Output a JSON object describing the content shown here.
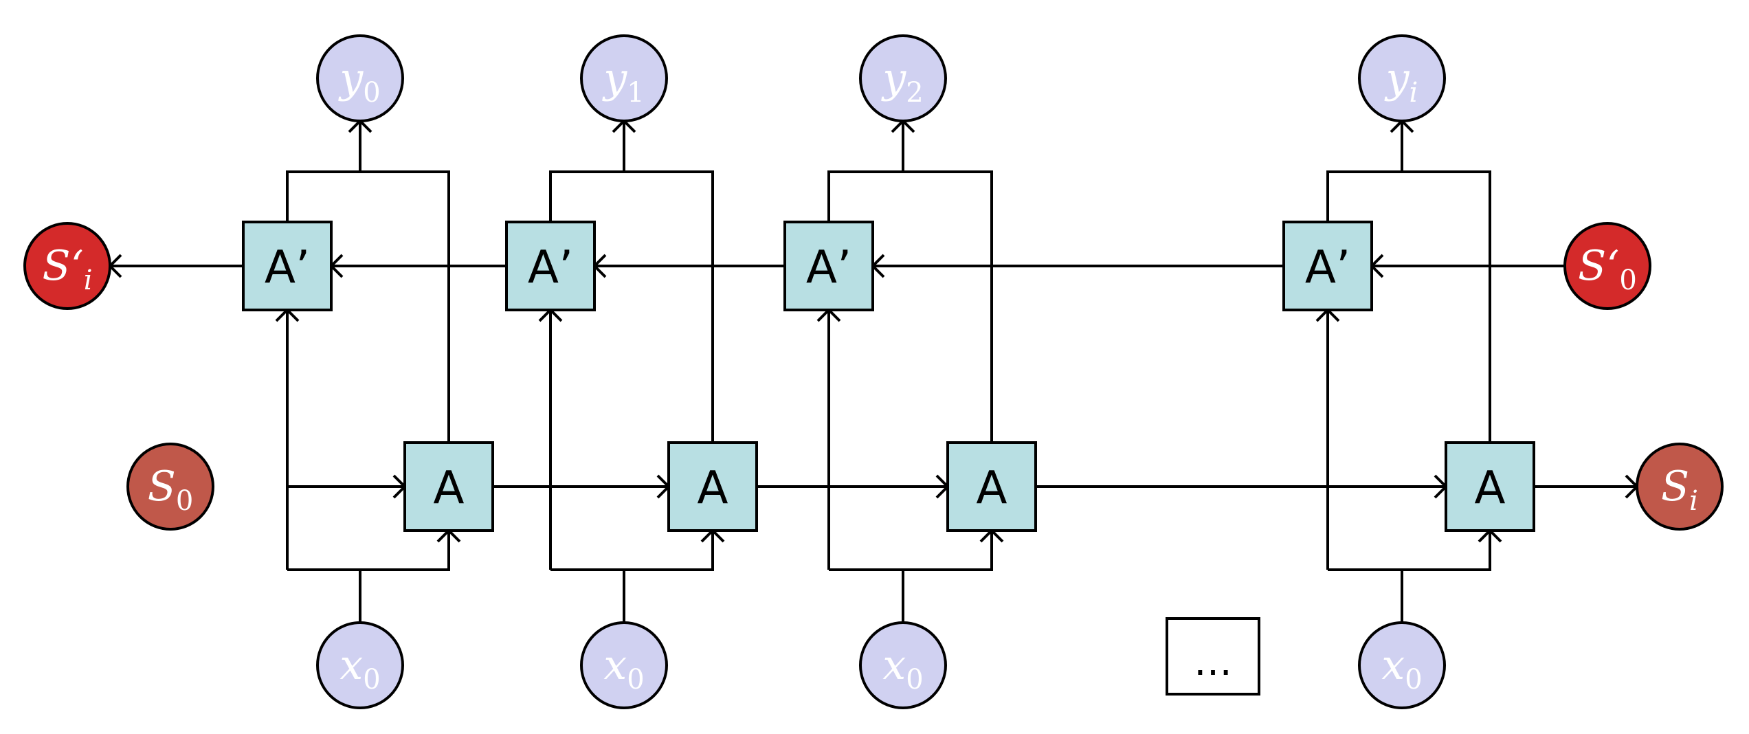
{
  "colors": {
    "cell_fill": "#b8dfe3",
    "input_output_fill": "#d0d1f1",
    "input_output_text": "#ffffff",
    "forward_state_fill": "#c0584a",
    "backward_state_fill": "#d42a2a",
    "state_text": "#ffffff",
    "line": "#000000"
  },
  "forward_cells": [
    {
      "label": "A"
    },
    {
      "label": "A"
    },
    {
      "label": "A"
    },
    {
      "label": "A"
    }
  ],
  "backward_cells": [
    {
      "label": "A’"
    },
    {
      "label": "A’"
    },
    {
      "label": "A’"
    },
    {
      "label": "A’"
    }
  ],
  "outputs": [
    {
      "base": "y",
      "sub": "0"
    },
    {
      "base": "y",
      "sub": "1"
    },
    {
      "base": "y",
      "sub": "2"
    },
    {
      "base": "y",
      "sub": "i"
    }
  ],
  "inputs": [
    {
      "base": "x",
      "sub": "0"
    },
    {
      "base": "x",
      "sub": "0"
    },
    {
      "base": "x",
      "sub": "0"
    },
    {
      "base": "x",
      "sub": "0"
    }
  ],
  "states": {
    "forward_initial": {
      "base": "S",
      "sub": "0"
    },
    "forward_final": {
      "base": "S",
      "sub": "i"
    },
    "backward_initial": {
      "base": "S‘",
      "sub": "0"
    },
    "backward_final": {
      "base": "S‘",
      "sub": "i"
    }
  },
  "ellipsis": {
    "label": "…"
  }
}
